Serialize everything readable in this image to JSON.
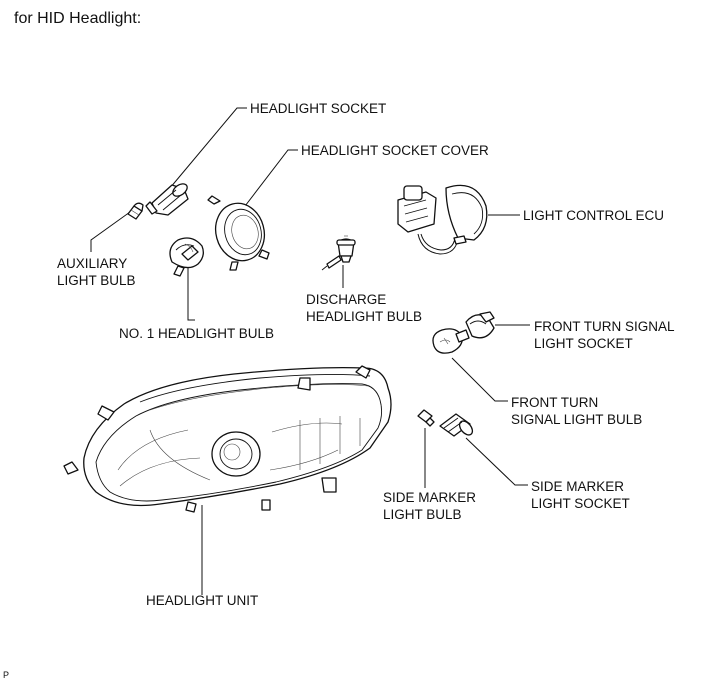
{
  "title": "for HID Headlight:",
  "labels": {
    "headlight_socket": "HEADLIGHT SOCKET",
    "headlight_socket_cover": "HEADLIGHT SOCKET COVER",
    "light_control_ecu": "LIGHT CONTROL ECU",
    "auxiliary_light_bulb": "AUXILIARY\nLIGHT BULB",
    "discharge_headlight_bulb": "DISCHARGE\nHEADLIGHT BULB",
    "no1_headlight_bulb": "NO. 1 HEADLIGHT BULB",
    "front_turn_signal_light_socket": "FRONT TURN SIGNAL\nLIGHT SOCKET",
    "front_turn_signal_light_bulb": "FRONT TURN\nSIGNAL LIGHT BULB",
    "side_marker_light_bulb": "SIDE MARKER\nLIGHT BULB",
    "side_marker_light_socket": "SIDE MARKER\nLIGHT SOCKET",
    "headlight_unit": "HEADLIGHT UNIT"
  },
  "figure_code": "P"
}
